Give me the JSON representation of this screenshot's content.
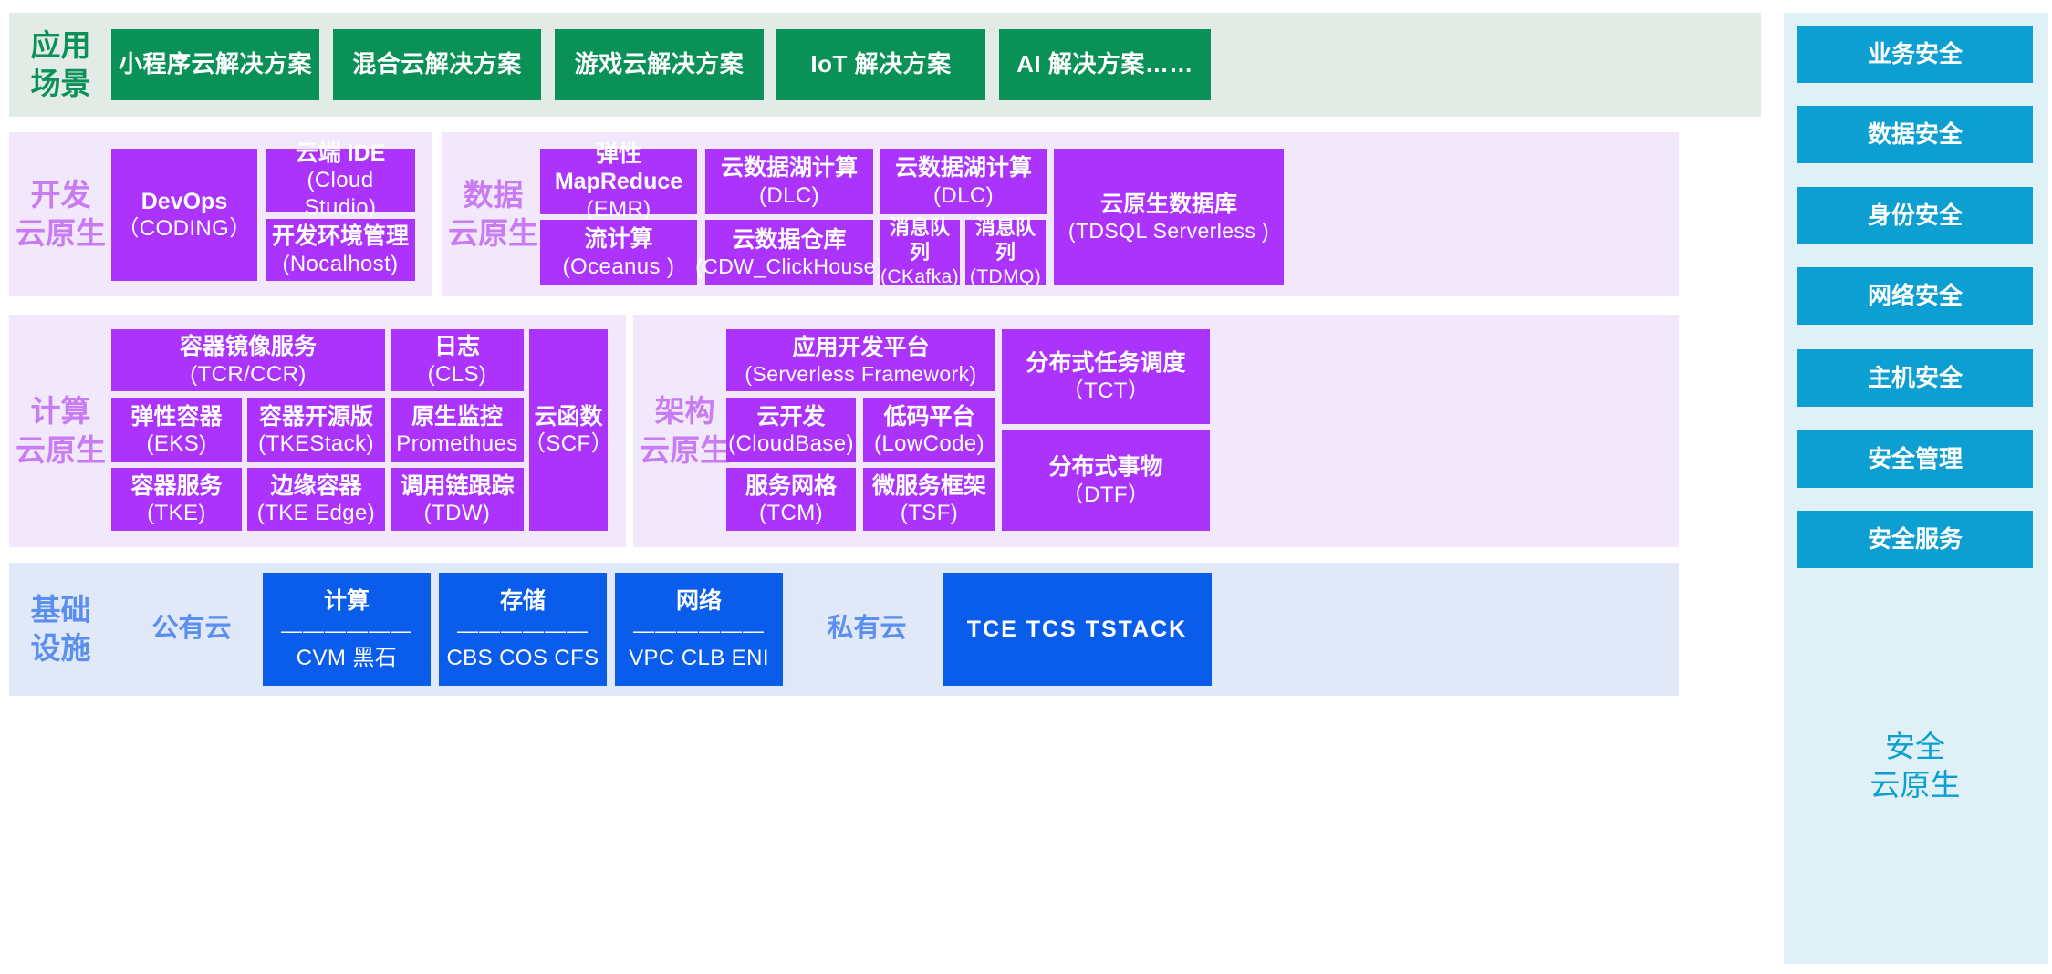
{
  "diagram": {
    "title_rows": {
      "application": "应用\n场景",
      "dev": "开发\n云原生",
      "data": "数据\n云原生",
      "compute": "计算\n云原生",
      "arch": "架构\n云原生",
      "infra": "基础\n设施",
      "security": "安全\n云原生"
    },
    "colors": {
      "green_tile": "#0a9157",
      "green_panel": "#e3ebe7",
      "purple_tile": "#ab33fc",
      "purple_panel": "#f2e8fb",
      "blue_tile": "#0a5ceb",
      "blue_panel": "#e1e8f7",
      "cyan_tile": "#0e9fd2",
      "cyan_panel": "#e0f0f7",
      "purple_label": "#c97bf4",
      "blue_label": "#5a8ff0",
      "cyan_label": "#09a0d0"
    },
    "application_scenarios": [
      {
        "l1": "小程序云解决方案"
      },
      {
        "l1": "混合云解决方案"
      },
      {
        "l1": "游戏云解决方案"
      },
      {
        "l1": "IoT 解决方案"
      },
      {
        "l1": "AI 解决方案……"
      }
    ],
    "dev_native": [
      {
        "l1": "DevOps",
        "l2": "（CODING）"
      },
      {
        "l1": "云端 IDE",
        "l2": "(Cloud Studio)"
      },
      {
        "l1": "开发环境管理",
        "l2": "(Nocalhost)"
      }
    ],
    "data_native": [
      {
        "l1": "弹性 MapReduce",
        "l2": "(EMR)"
      },
      {
        "l1": "云数据湖计算",
        "l2": "(DLC)"
      },
      {
        "l1": "云数据湖计算",
        "l2": "(DLC)"
      },
      {
        "l1": "流计算",
        "l2": "(Oceanus )"
      },
      {
        "l1": "云数据仓库",
        "l2": "(CDW_ClickHouse)"
      },
      {
        "l1": "消息队列",
        "l2": "(CKafka)"
      },
      {
        "l1": "消息队列",
        "l2": "(TDMQ)"
      },
      {
        "l1": "云原生数据库",
        "l2": "(TDSQL Serverless )"
      }
    ],
    "compute_native": [
      {
        "l1": "容器镜像服务",
        "l2": "(TCR/CCR)"
      },
      {
        "l1": "日志",
        "l2": "(CLS)"
      },
      {
        "l1": "弹性容器",
        "l2": "(EKS)"
      },
      {
        "l1": "容器开源版",
        "l2": "(TKEStack)"
      },
      {
        "l1": "原生监控",
        "l2": "Promethues"
      },
      {
        "l1": "云函数",
        "l2": "（SCF）"
      },
      {
        "l1": "容器服务",
        "l2": "(TKE)"
      },
      {
        "l1": "边缘容器",
        "l2": "(TKE Edge)"
      },
      {
        "l1": "调用链跟踪",
        "l2": "(TDW)"
      }
    ],
    "arch_native": [
      {
        "l1": "应用开发平台",
        "l2": "(Serverless Framework)"
      },
      {
        "l1": "分布式任务调度",
        "l2": "（TCT）"
      },
      {
        "l1": "云开发",
        "l2": "(CloudBase)"
      },
      {
        "l1": "低码平台",
        "l2": "(LowCode)"
      },
      {
        "l1": "服务网格",
        "l2": "(TCM)"
      },
      {
        "l1": "微服务框架",
        "l2": "(TSF)"
      },
      {
        "l1": "分布式事物",
        "l2": "（DTF）"
      }
    ],
    "infrastructure": {
      "public_cloud_label": "公有云",
      "private_cloud_label": "私有云",
      "public_tiles": [
        {
          "l1": "计算",
          "dash": "——————",
          "l2": "CVM 黑石"
        },
        {
          "l1": "存储",
          "dash": "——————",
          "l2": "CBS COS CFS"
        },
        {
          "l1": "网络",
          "dash": "——————",
          "l2": "VPC CLB ENI"
        }
      ],
      "private_tiles": [
        {
          "l2": "TCE  TCS  TSTACK"
        }
      ]
    },
    "security_native": [
      {
        "l1": "业务安全"
      },
      {
        "l1": "数据安全"
      },
      {
        "l1": "身份安全"
      },
      {
        "l1": "网络安全"
      },
      {
        "l1": "主机安全"
      },
      {
        "l1": "安全管理"
      },
      {
        "l1": "安全服务"
      }
    ]
  }
}
